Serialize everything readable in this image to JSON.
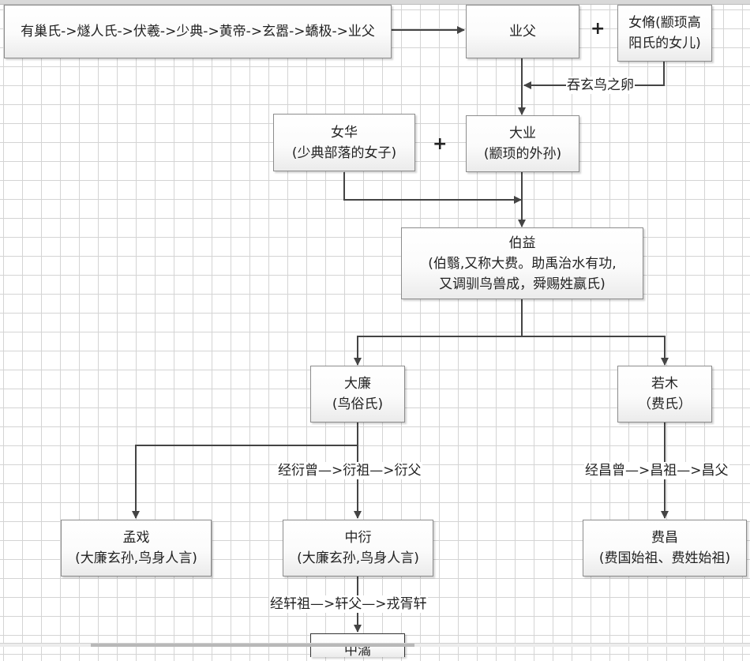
{
  "diagram": {
    "title": "嬴姓世系",
    "nodes": {
      "lineage_chain": {
        "lines": [
          "有巢氏->燧人氏->伏羲->少典->黄帝->玄嚣->蟜极->业父"
        ]
      },
      "yefu": {
        "lines": [
          "业父"
        ]
      },
      "nvxiu": {
        "lines": [
          "女脩(颛顼高",
          "阳氏的女儿)"
        ]
      },
      "nvhua": {
        "lines": [
          "女华",
          "(少典部落的女子)"
        ]
      },
      "daye": {
        "lines": [
          "大业",
          "(颛顼的外孙)"
        ]
      },
      "boyi": {
        "lines": [
          "伯益",
          "(伯翳,又称大费。助禹治水有功,",
          "又调驯鸟兽成，舜赐姓嬴氏)"
        ]
      },
      "dalian": {
        "lines": [
          "大廉",
          "(鸟俗氏)"
        ]
      },
      "ruomu": {
        "lines": [
          "若木",
          "（费氏）"
        ]
      },
      "mengxi": {
        "lines": [
          "孟戏",
          "(大廉玄孙,鸟身人言)"
        ]
      },
      "zhongyan": {
        "lines": [
          "中衍",
          "(大廉玄孙,鸟身人言)"
        ]
      },
      "feichang": {
        "lines": [
          "费昌",
          "(费国始祖、费姓始祖)"
        ]
      },
      "next_cut": {
        "lines": [
          "中潏"
        ]
      }
    },
    "plus_signs": [
      "+",
      "+"
    ],
    "edge_labels": {
      "swallow_egg": "吞玄鸟之卵",
      "zhongyan_path": "经衍曾—>衍祖—>衍父",
      "feichang_path": "经昌曾—>昌祖—>昌父",
      "xuxuan_path": "经轩祖—>轩父—>戎胥轩"
    },
    "colors": {
      "line": "#444444",
      "grid": "#d4d4d4",
      "node_border": "#8c8c8c"
    }
  }
}
